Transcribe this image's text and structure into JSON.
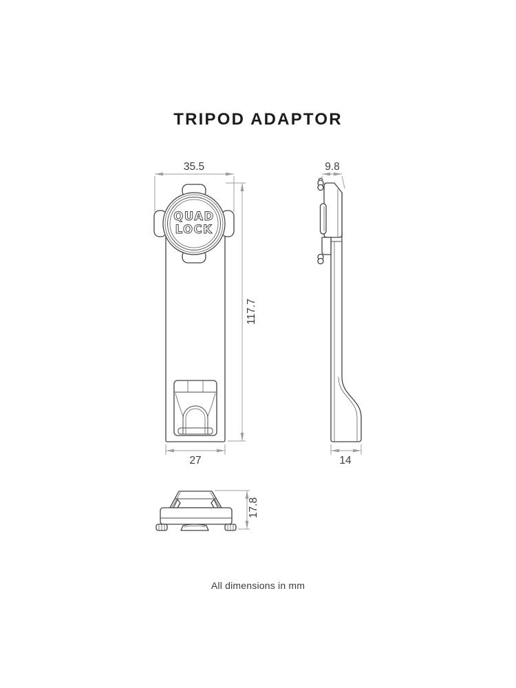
{
  "title": "TRIPOD ADAPTOR",
  "footer": "All dimensions in mm",
  "logo": {
    "line1": "QUAD",
    "line2": "LOCK"
  },
  "views": {
    "front": {
      "dims": {
        "width_top": "35.5",
        "height": "117.7",
        "width_bottom": "27"
      }
    },
    "side": {
      "dims": {
        "width_top": "9.8",
        "width_bottom": "14"
      }
    },
    "end": {
      "dims": {
        "height": "17.8"
      }
    }
  },
  "units": "mm",
  "colors": {
    "background": "#ffffff",
    "object_line": "#414141",
    "dimension_line": "#9d9d9d",
    "dimension_text": "#3c3c3c",
    "title_text": "#1c1c1c"
  }
}
